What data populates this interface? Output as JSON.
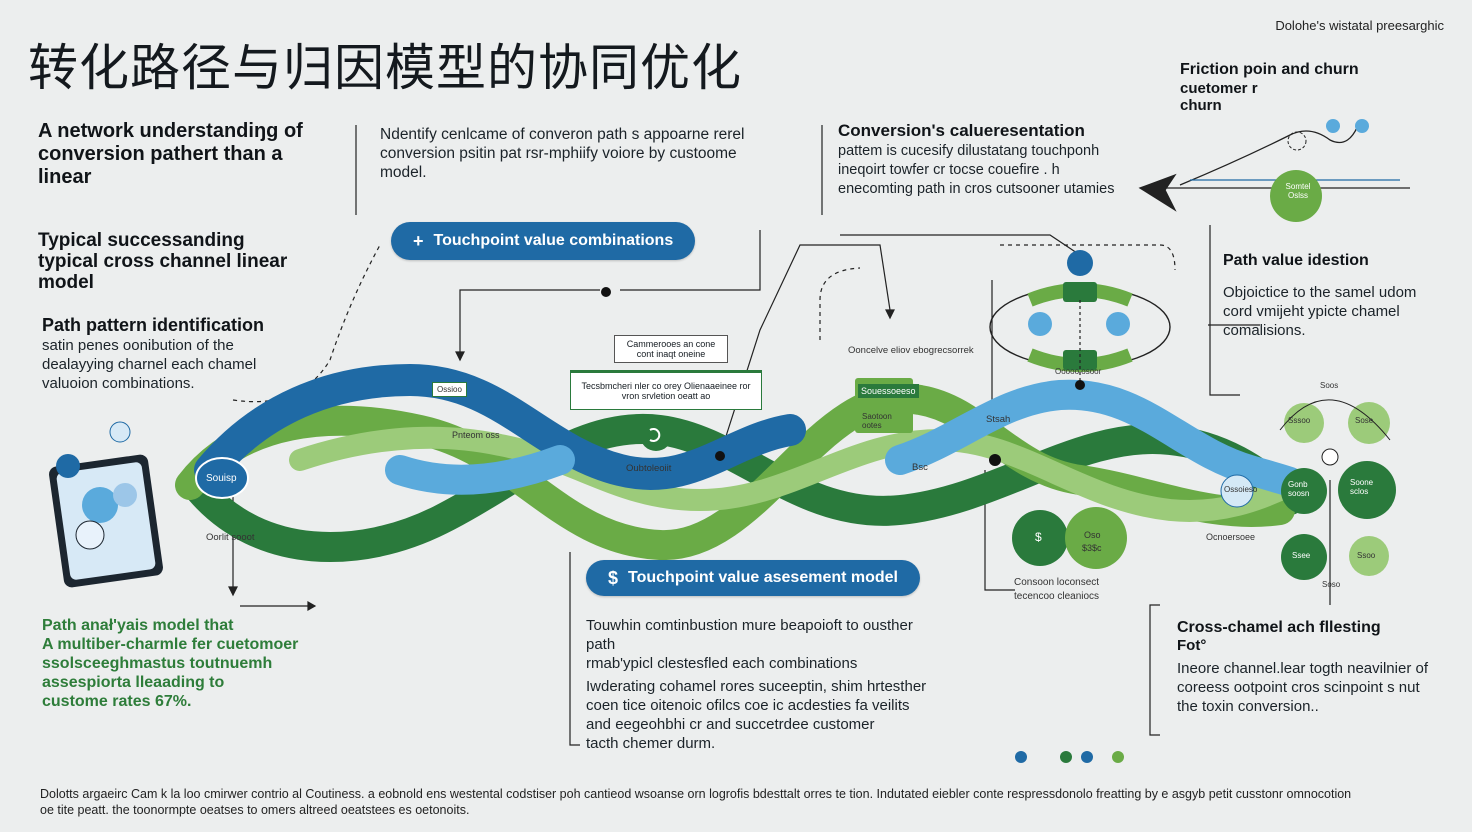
{
  "title": "转化路径与归因模型的协同优化",
  "brand": "Dolohe's wistatal preesarghic",
  "left": {
    "h1": "A network understandiŋg of conversion pathert than a linear",
    "h2": "Typical successanding typical cross channel linear model",
    "h3": "Path pattern identification",
    "p3": "satin penes oonibution of the dealayying charnel each chamel valuoion combinations.",
    "phone_label": "Oorlit sooot",
    "bubble_label": "Souisp"
  },
  "top_middle": {
    "text": "Ndentify cenlcame of converon path s appoarne rerel conversion psitin pat rsr-mphiify voiore by custoome model."
  },
  "conversion": {
    "title": "Conversion's calueresentation",
    "text": "pattem is cucesify dilustatang touchponh ineqoirt towfer cr tocse couefire . h enecomting path in cros cutsooner utamies"
  },
  "friction": {
    "title": "Friction poin and churn",
    "line2": "cuetomer r",
    "line3": "churn"
  },
  "pill_top": {
    "label": "Touchpoint value combinations"
  },
  "pill_bottom": {
    "label": "Touchpoint value asesement model"
  },
  "path_value": {
    "title": "Path value idestion",
    "text": "Objoictice to the samel udom cord vmijeht ypicte chamel comalisions."
  },
  "center": {
    "box1": "Cammerooes an cone",
    "box1b": "cont inaqt oneine",
    "card": "Tecsbmcheri nler co orey Olienaaeinee ror vron srvletion oeatt ao",
    "card_sub": "Oubtoleoiit",
    "green_box": "Souessoeeso",
    "green_sub": "Saotoon ootes",
    "right_label": "Ooncelve eliov ebogrecsorrek",
    "mid_label": "Ossoieso",
    "rect_label": "Ossioo",
    "left_label": "Pnteom oss",
    "stah": "Stsah",
    "bsc": "Bsc"
  },
  "right_cluster": {
    "top_circle": "Somtel Oslss",
    "ring_label": "Ooooo osoor",
    "circles_label1": "Consoon loconsect",
    "circles_label2": "tecencoo cleaniocs",
    "c1": "$",
    "c2": "Oso",
    "c2b": "$3$c",
    "lbl_right": "Ocnoersoee",
    "top_tiny": "Soos",
    "node_a": "Sssoo",
    "node_b": "Sose",
    "node_c": "Gonb soosn",
    "node_d": "Soone sclos",
    "node_e": "Ssee",
    "node_f": "Ssoo",
    "bottom_tiny": "Soso"
  },
  "bottom_left": {
    "line1": "Path anał'yais model that",
    "line2": "A multiber-charmle fer cuetomoer",
    "line3": "ssolsceeghmastus toutnuemh",
    "line4": "assespiorta lleaading to",
    "line5": "custome rates 67%."
  },
  "bottom_middle": {
    "line1": "Touwhin comtinbustion mure beapoioft to ousther",
    "line2": "path",
    "line3": "rmab'ypicl clestesfled each combinations",
    "line4": "Iwderating cohamel rores suceeptin, shim hrtesther",
    "line5": "coen tice oitenoic ofilcs coe ic acdesties fa veilits",
    "line6": "and eegeohbhi cr and succetrdee customer",
    "line7": "tacth chemer durm."
  },
  "bottom_right": {
    "title": "Cross-chamel ach fllesting",
    "title2": "Fot°",
    "text": "Ineore channel.lear togth neavilnier of coreess ootpoint cros scinpoint s nut the toxin conversion.."
  },
  "footer": "Dolotts argaeirc Cam k la loo cmirwer contrio al Coutiness. a eobnold ens westental codstiser poh cantieod wsoanse orn logrofis bdesttalt orres te tion. Indutated eiebler conte respressdonolo freatting by e asgyb petit cusstonr omnocotion oe tite peatt. the toonormpte oeatses to omers altreed oeatstees es oetonoits.",
  "colors": {
    "blue": "#1f6aa5",
    "light_blue": "#5aaadc",
    "green": "#6aab46",
    "dark_green": "#2a7a3c",
    "light_green": "#9ccb7a"
  },
  "legend_dots": [
    "#1f6aa5",
    "#2a7a3c",
    "#1f6aa5",
    "#6aab46"
  ]
}
